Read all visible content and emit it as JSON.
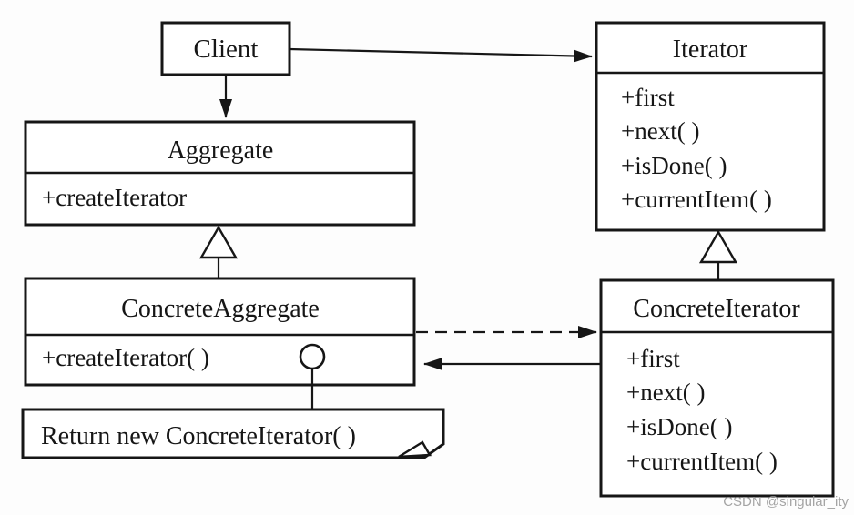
{
  "diagram_type": "uml-class-diagram",
  "pattern": "Iterator",
  "colors": {
    "ink": "#161616",
    "paper": "#fdfdfd",
    "box_fill": "#ffffff",
    "watermark": "#9b9b9b"
  },
  "classes": {
    "client": {
      "name": "Client",
      "methods": []
    },
    "iterator": {
      "name": "Iterator",
      "methods": [
        "+first",
        "+next( )",
        "+isDone( )",
        "+currentItem( )"
      ]
    },
    "aggregate": {
      "name": "Aggregate",
      "methods": [
        "+createIterator"
      ]
    },
    "concrete_aggregate": {
      "name": "ConcreteAggregate",
      "methods": [
        "+createIterator( )"
      ]
    },
    "concrete_iterator": {
      "name": "ConcreteIterator",
      "methods": [
        "+first",
        "+next( )",
        "+isDone( )",
        "+currentItem( )"
      ]
    }
  },
  "note": {
    "text": "Return new ConcreteIterator( )"
  },
  "watermark": {
    "text": "CSDN @singular_ity"
  }
}
